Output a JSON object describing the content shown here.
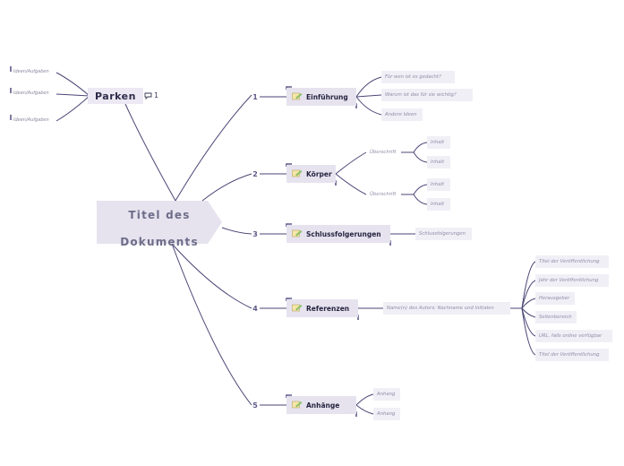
{
  "central": {
    "line1": "Titel des",
    "line2": "Dokuments"
  },
  "parken": {
    "label": "Parken",
    "comment_count": "1"
  },
  "park_items": [
    "Ideen/Aufgaben",
    "Ideen/Aufgaben",
    "Ideen/Aufgaben"
  ],
  "sections": [
    {
      "num": "1",
      "label": "Einführung"
    },
    {
      "num": "2",
      "label": "Körper"
    },
    {
      "num": "3",
      "label": "Schlussfolgerungen"
    },
    {
      "num": "4",
      "label": "Referenzen"
    },
    {
      "num": "5",
      "label": "Anhänge"
    }
  ],
  "einfuehrung_items": [
    "Für wen ist es gedacht?",
    "Warum ist das für sie wichtig?",
    "Andere Ideen"
  ],
  "koerper_items": [
    {
      "label": "Überschrift",
      "children": [
        "Inhalt",
        "Inhalt"
      ]
    },
    {
      "label": "Überschrift",
      "children": [
        "Inhalt",
        "Inhalt"
      ]
    }
  ],
  "schluss_items": [
    "Schlussfolgerungen"
  ],
  "referenzen_author": "Name(n) des Autors: Nachname und Initialen",
  "referenzen_items": [
    "Titel der Veröffentlichung",
    "Jahr der Veröffentlichung",
    "Herausgeber",
    "Seitenbereich",
    "URL, falls online verfügbar",
    "Titel der Veröffentlichung"
  ],
  "anhaenge_items": [
    "Anhang",
    "Anhang"
  ],
  "colors": {
    "line": "#4a4675",
    "node_fill": "#e6e3ef",
    "sub_fill": "#f1eff6",
    "accent": "#6e6d89"
  }
}
